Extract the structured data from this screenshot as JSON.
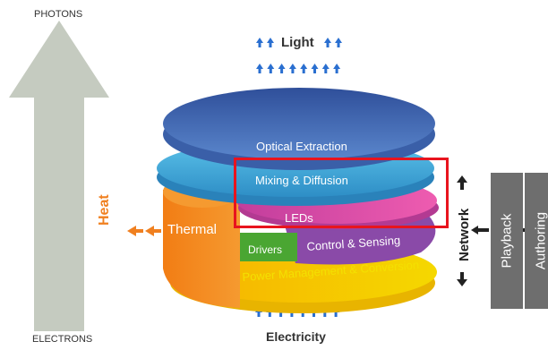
{
  "labels": {
    "photons": "PHOTONS",
    "electrons": "ELECTRONS",
    "light": "Light",
    "electricity": "Electricity",
    "heat": "Heat",
    "network": "Network"
  },
  "layers": {
    "optical_extraction": "Optical Extraction",
    "mixing_diffusion": "Mixing & Diffusion",
    "leds": "LEDs",
    "thermal": "Thermal",
    "drivers": "Drivers",
    "control_sensing": "Control & Sensing",
    "power": "Power Management & Conversion"
  },
  "side_boxes": {
    "playback": "Playback",
    "authoring": "Authoring"
  },
  "colors": {
    "big_arrow": "#c5cbc0",
    "optical": "#3f63ad",
    "mixing": "#3fa8d8",
    "leds": "#d94aa4",
    "thermal": "#f0861e",
    "drivers": "#4aa632",
    "control": "#8a4aa8",
    "power": "#f2c400",
    "arrows_blue": "#2a6fd0",
    "heat": "#f08020",
    "highlight": "#e8141e",
    "side_box": "#6e6e6e"
  }
}
